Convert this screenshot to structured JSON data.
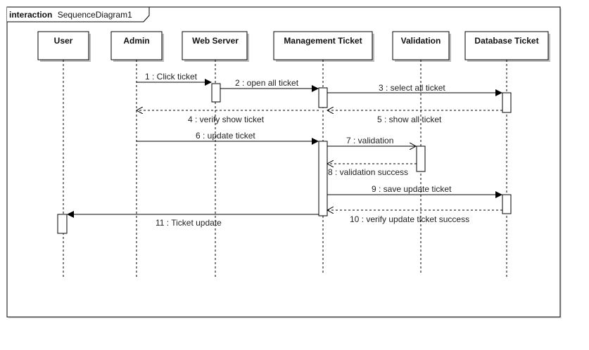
{
  "frame": {
    "keyword": "interaction",
    "name": "SequenceDiagram1"
  },
  "lifelines": [
    {
      "id": "user",
      "label": "User"
    },
    {
      "id": "admin",
      "label": "Admin"
    },
    {
      "id": "web",
      "label": "Web Server"
    },
    {
      "id": "mgmt",
      "label": "Management Ticket"
    },
    {
      "id": "valid",
      "label": "Validation"
    },
    {
      "id": "db",
      "label": "Database Ticket"
    }
  ],
  "messages": [
    {
      "label": "1 : Click ticket",
      "from": "admin",
      "to": "web",
      "kind": "sync"
    },
    {
      "label": "2 : open all ticket",
      "from": "web",
      "to": "mgmt",
      "kind": "sync"
    },
    {
      "label": "3 : select all ticket",
      "from": "mgmt",
      "to": "db",
      "kind": "sync"
    },
    {
      "label": "4 : verify show ticket",
      "from": "mgmt",
      "to": "admin",
      "kind": "return"
    },
    {
      "label": "5 : show all ticket",
      "from": "db",
      "to": "mgmt",
      "kind": "return"
    },
    {
      "label": "6 : update ticket",
      "from": "admin",
      "to": "mgmt",
      "kind": "sync"
    },
    {
      "label": "7 : validation",
      "from": "mgmt",
      "to": "valid",
      "kind": "async"
    },
    {
      "label": "8 : validation success",
      "from": "valid",
      "to": "mgmt",
      "kind": "return"
    },
    {
      "label": "9 : save update ticket",
      "from": "mgmt",
      "to": "db",
      "kind": "sync"
    },
    {
      "label": "10 : verify update ticket success",
      "from": "db",
      "to": "mgmt",
      "kind": "return"
    },
    {
      "label": "11 : Ticket update",
      "from": "mgmt",
      "to": "user",
      "kind": "sync"
    }
  ],
  "colors": {
    "line": "#000000",
    "shadow": "#bdbdbd",
    "box_fill": "#ffffff"
  }
}
